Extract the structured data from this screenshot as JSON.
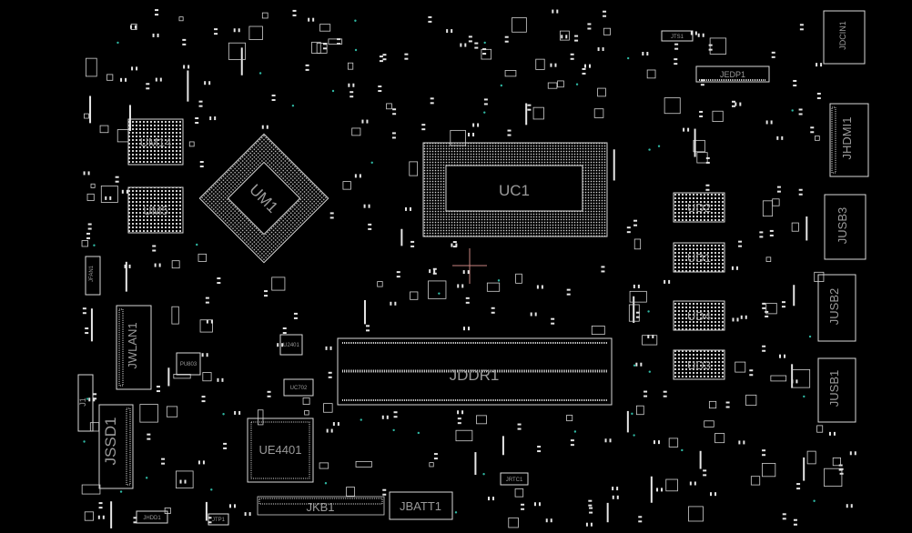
{
  "title": "",
  "components": {
    "UM14": "UM14",
    "UM5": "UM5",
    "UM1": "UM1",
    "UC1": "UC1",
    "UD2": "UD2",
    "UD1": "UD1",
    "UD4": "UD4",
    "UD3": "UD3",
    "JDDR1": "JDDR1",
    "UE4401": "UE4401",
    "JKB1": "JKB1",
    "JBATT1": "JBATT1",
    "JSSD1": "JSSD1",
    "JWLAN1": "JWLAN1",
    "J1": "J1",
    "JFAN1": "JFAN1",
    "JDCIN1": "JDCIN1",
    "JHDMI1": "JHDMI1",
    "JUSB3": "JUSB3",
    "JUSB2": "JUSB2",
    "JUSB1": "JUSB1",
    "JEDP1": "JEDP1",
    "JTS1": "JTS1",
    "JRTC1": "JRTC1",
    "JHDD1": "JHDD1",
    "JTP1": "JTP1",
    "UC702": "UC702",
    "PU803": "PU803",
    "U2401": "U2401"
  }
}
